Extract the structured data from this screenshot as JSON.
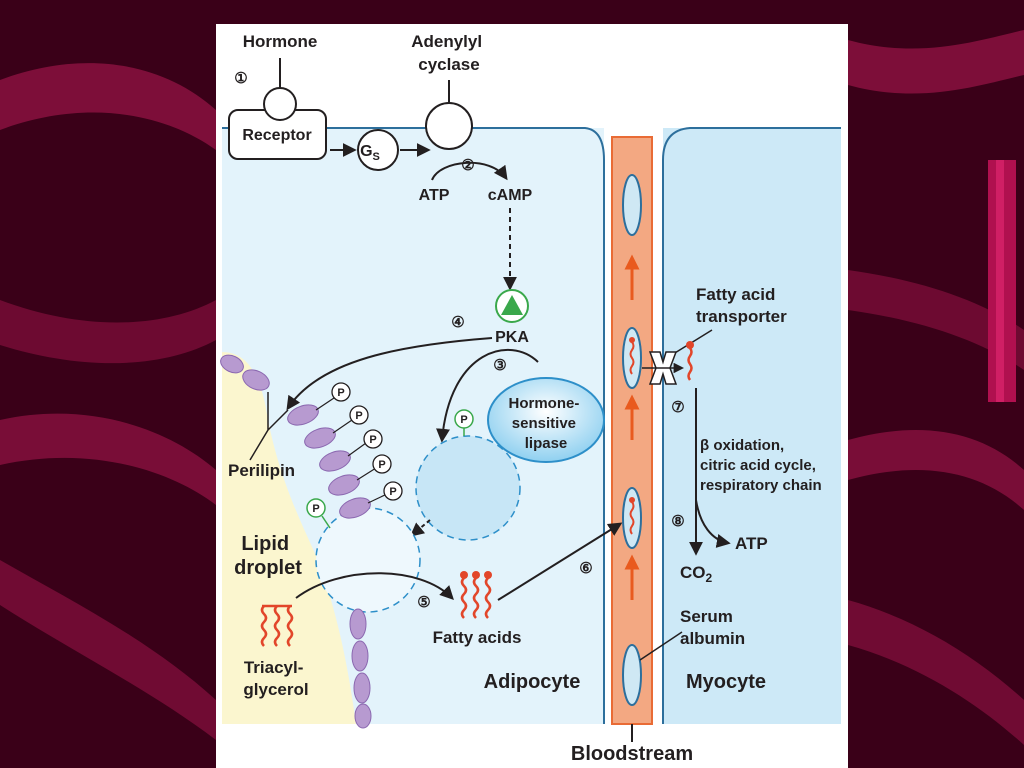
{
  "colors": {
    "slide_background": "#3a0018",
    "ribbon": "#8a1040",
    "adipocyte_cytosol": "#e3f3fb",
    "myocyte_cytosol": "#cde9f7",
    "lipid_droplet": "#fbf6cf",
    "bloodstream": "#f3a882",
    "membrane": "#2d6f9c",
    "perilipin": "#b79ad0",
    "fatty_acid": "#e2462a",
    "pka": "#3aa84b"
  },
  "labels": {
    "hormone": "Hormone",
    "receptor": "Receptor",
    "adenylyl_cyclase": [
      "Adenylyl",
      "cyclase"
    ],
    "gs": "G",
    "gs_sub": "S",
    "atp_in": "ATP",
    "camp": "cAMP",
    "pka": "PKA",
    "hsl": [
      "Hormone-",
      "sensitive",
      "lipase"
    ],
    "perilipin": "Perilipin",
    "lipid_droplet": [
      "Lipid",
      "droplet"
    ],
    "triacylglycerol": [
      "Triacyl-",
      "glycerol"
    ],
    "fatty_acids": "Fatty acids",
    "adipocyte": "Adipocyte",
    "fa_transporter": [
      "Fatty acid",
      "transporter"
    ],
    "beta_ox": [
      "β oxidation,",
      "citric acid cycle,",
      "respiratory chain"
    ],
    "atp_out": "ATP",
    "co2": "CO",
    "co2_sub": "2",
    "serum_albumin": [
      "Serum",
      "albumin"
    ],
    "myocyte": "Myocyte",
    "bloodstream": "Bloodstream",
    "phospho": "P"
  },
  "steps": [
    "①",
    "②",
    "③",
    "④",
    "⑤",
    "⑥",
    "⑦",
    "⑧"
  ]
}
